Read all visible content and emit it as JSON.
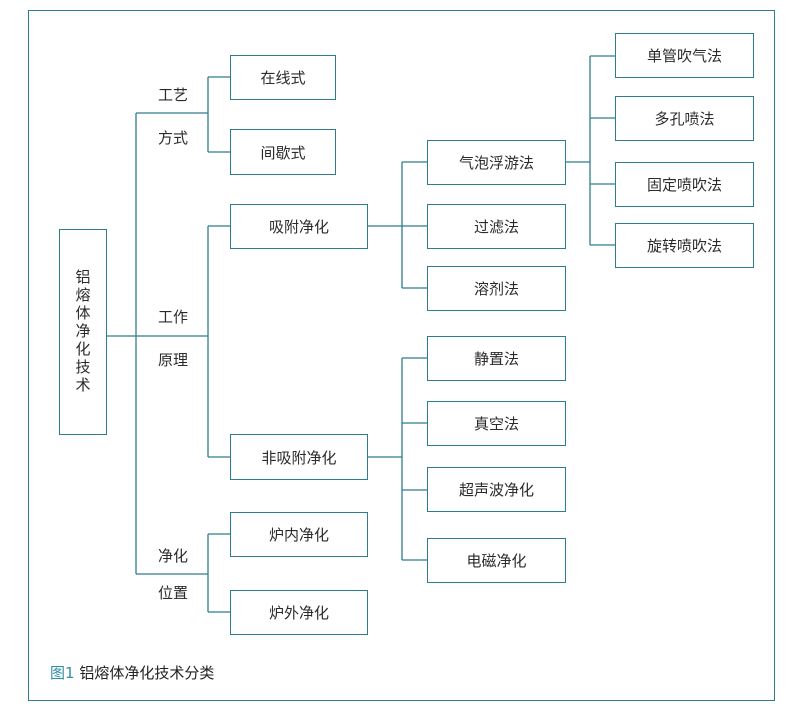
{
  "colors": {
    "accent": "#2e7d8c",
    "caption_fig": "#2e8fa6"
  },
  "root": "铝熔体净化技术",
  "category_labels": {
    "process": [
      "工艺",
      "方式"
    ],
    "principle": [
      "工作",
      "原理"
    ],
    "position": [
      "净化",
      "位置"
    ]
  },
  "process_methods": [
    "在线式",
    "间歇式"
  ],
  "principles": [
    "吸附净化",
    "非吸附净化"
  ],
  "adsorption_methods": [
    "气泡浮游法",
    "过滤法",
    "溶剂法"
  ],
  "bubble_methods": [
    "单管吹气法",
    "多孔喷法",
    "固定喷吹法",
    "旋转喷吹法"
  ],
  "non_adsorption_methods": [
    "静置法",
    "真空法",
    "超声波净化",
    "电磁净化"
  ],
  "positions": [
    "炉内净化",
    "炉外净化"
  ],
  "caption": {
    "figure": "图1",
    "text": "铝熔体净化技术分类"
  }
}
